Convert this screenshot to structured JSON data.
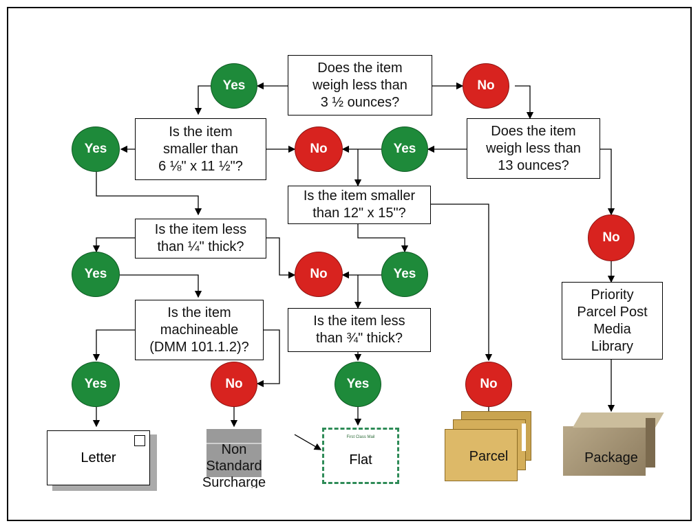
{
  "nodes": {
    "q_weigh_3_5": "Does the item\nweigh less than\n3 ½ ounces?",
    "q_smaller_6_11": "Is the item\nsmaller than\n6 ⅛\" x 11 ½\"?",
    "q_weigh_13": "Does the item\nweigh less than\n13 ounces?",
    "q_smaller_12_15": "Is the item smaller\nthan 12\" x 15\"?",
    "q_thick_quarter": "Is the item less\nthan ¼\" thick?",
    "q_machineable": "Is the item\nmachineable\n(DMM 101.1.2)?",
    "q_thick_three_quarter": "Is the item less\nthan ¾\" thick?",
    "priority": "Priority\nParcel Post\nMedia\nLibrary"
  },
  "answers": {
    "yes": "Yes",
    "no": "No"
  },
  "outcomes": {
    "letter": "Letter",
    "non_standard": "Non\nStandard\nSurcharge",
    "flat": "Flat",
    "flat_stamp": "First Class Mail",
    "parcel": "Parcel",
    "package": "Package"
  },
  "colors": {
    "yes": "#1e8a3a",
    "no": "#d8231f"
  }
}
